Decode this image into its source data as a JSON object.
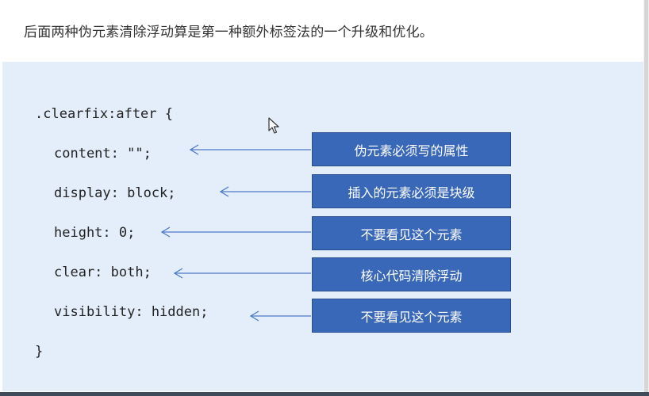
{
  "intro": "后面两种伪元素清除浮动算是第一种额外标签法的一个升级和优化。",
  "code": {
    "line1": ".clearfix:after {",
    "line2": "content: \"\";",
    "line3": "display: block;",
    "line4": "height: 0;",
    "line5": "clear: both;",
    "line6": "visibility: hidden;",
    "line7": "}"
  },
  "notes": {
    "content": "伪元素必须写的属性",
    "display": "插入的元素必须是块级",
    "height": "不要看见这个元素",
    "clear": "核心代码清除浮动",
    "visibility": "不要看见这个元素"
  },
  "colors": {
    "panel": "#e4eefb",
    "note_fill": "#3a68b8",
    "arrow": "#4a78c8"
  }
}
